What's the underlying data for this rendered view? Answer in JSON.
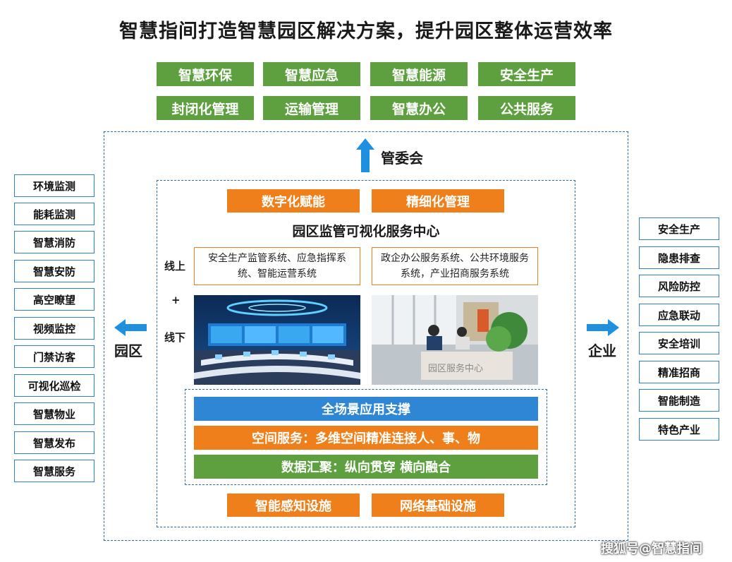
{
  "title": "智慧指间打造智慧园区解决方案，提升园区整体运营效率",
  "top_apps": [
    "智慧环保",
    "智慧应急",
    "智慧能源",
    "安全生产",
    "封闭化管理",
    "运输管理",
    "智慧办公",
    "公共服务"
  ],
  "committee_label": "管委会",
  "left_items": [
    "环境监测",
    "能耗监测",
    "智慧消防",
    "智慧安防",
    "高空瞭望",
    "视频监控",
    "门禁访客",
    "可视化巡检",
    "智慧物业",
    "智慧发布",
    "智慧服务"
  ],
  "left_label": "园区",
  "right_items": [
    "安全生产",
    "隐患排查",
    "风险防控",
    "应急联动",
    "安全培训",
    "精准招商",
    "智能制造",
    "特色产业"
  ],
  "right_label": "企业",
  "center": {
    "top_buttons": [
      "数字化赋能",
      "精细化管理"
    ],
    "heading": "园区监管可视化服务中心",
    "online_label": "线上",
    "plus_label": "+",
    "offline_label": "线下",
    "left_systems": "安全生产监管系统、应急指挥系统、智能运营系统",
    "right_systems": "政企办公服务系统、公共环境服务系统，产业招商服务系统",
    "photo_sign_text": "园区服务中心",
    "support_bars": [
      "全场景应用支撑",
      "空间服务：多维空间精准连接人、事、物",
      "数据汇聚：纵向贯穿 横向融合"
    ],
    "infra_buttons": [
      "智能感知设施",
      "网络基础设施"
    ]
  },
  "watermark": "搜狐号@智慧指间",
  "colors": {
    "green": "#5ea03f",
    "orange": "#ef7f1a",
    "blue_bar": "#2e86d4",
    "border_blue": "#2e7fc4",
    "arrow_blue": "#1f8fe0"
  }
}
